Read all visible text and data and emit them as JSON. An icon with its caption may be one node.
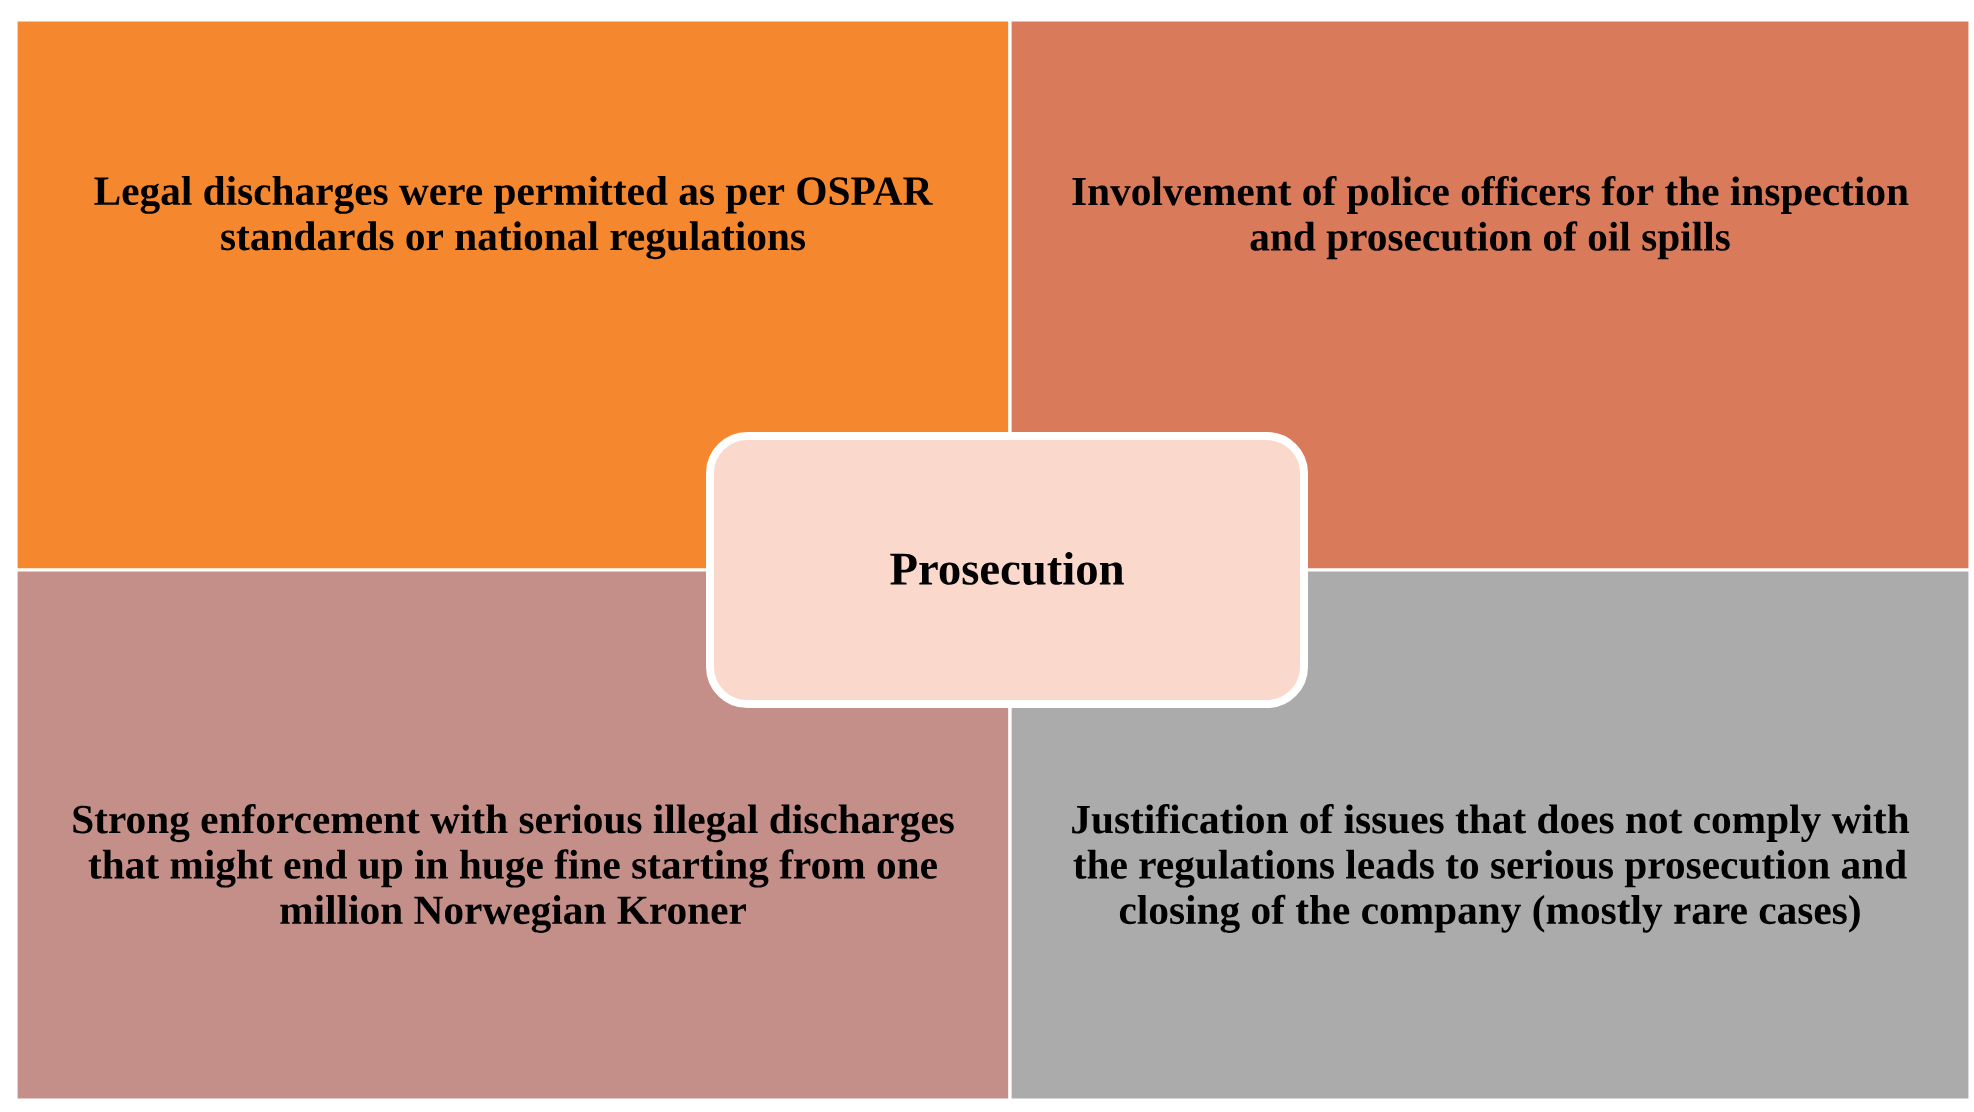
{
  "diagram": {
    "nodes": [
      {
        "text": [
          "Legal discharges were permitted as per OSPAR standards or national regulations"
        ]
      },
      {
        "text": [
          "Involvement of police officers for the inspection and prosecution of oil spills"
        ]
      },
      {
        "text": [
          "Prosecution"
        ]
      },
      {
        "text": [
          "Strong enforcement with serious illegal discharges that might end up in huge fine starting from one million Norwegian Kroner"
        ]
      },
      {
        "text": [
          "Justification of issues that does not comply with the regulations leads to serious prosecution and closing of the company (mostly rare cases)"
        ]
      }
    ]
  }
}
